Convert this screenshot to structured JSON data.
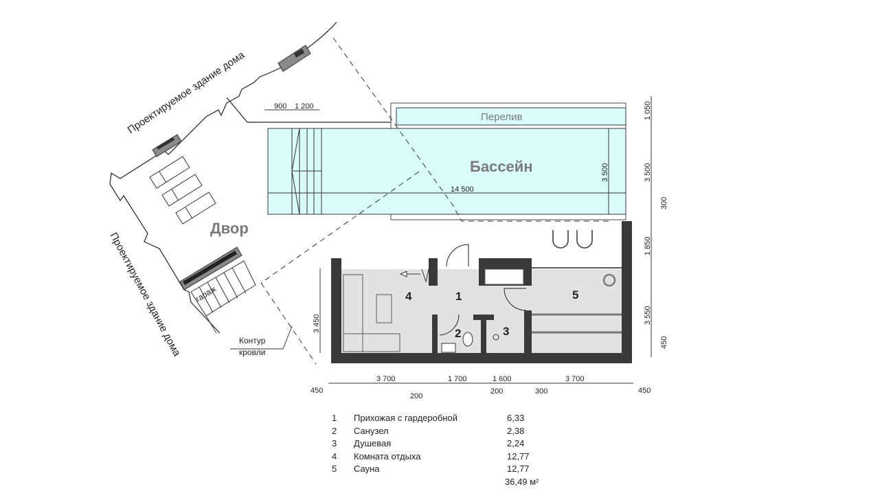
{
  "plan": {
    "labels": {
      "pool": "Бассейн",
      "overflow": "Перелив",
      "yard": "Двор",
      "house_top": "Проектируемое здание дома",
      "house_left": "Проектируемое здание дома",
      "garage": "гараж",
      "roof_contour_line1": "Контур",
      "roof_contour_line2": "кровли"
    },
    "room_numbers": [
      "4",
      "1",
      "5",
      "2",
      "3"
    ],
    "dimensions": {
      "pool_steps": [
        "900",
        "1 200"
      ],
      "pool_length": "14 500",
      "pool_width": "3 500",
      "building_height": "3 450",
      "right_chain": [
        "1 050",
        "3 500",
        "300",
        "1 850",
        "3 550",
        "450"
      ],
      "bottom_chain": [
        "450",
        "3 700",
        "200",
        "1 700",
        "200",
        "1 600",
        "300",
        "3 700",
        "450"
      ]
    },
    "colors": {
      "pool": "#d9fbfb",
      "wall": "#3a3a3a",
      "floor": "#e2e2e2",
      "label_gray": "#7a7a7a"
    }
  },
  "legend": {
    "rows": [
      {
        "num": "1",
        "name": "Прихожая с гардеробной",
        "area": "6,33"
      },
      {
        "num": "2",
        "name": "Санузел",
        "area": "2,38"
      },
      {
        "num": "3",
        "name": "Душевая",
        "area": "2,24"
      },
      {
        "num": "4",
        "name": "Комната отдыха",
        "area": "12,77"
      },
      {
        "num": "5",
        "name": "Сауна",
        "area": "12,77"
      }
    ],
    "total": "36,49 м²"
  }
}
